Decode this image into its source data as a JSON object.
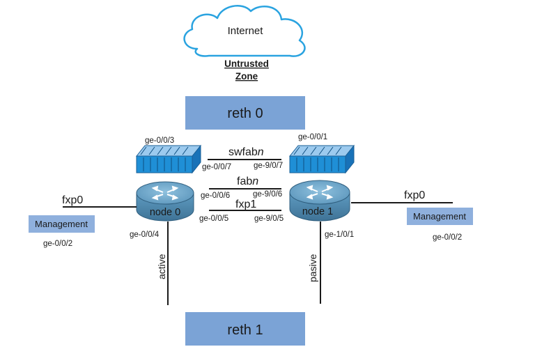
{
  "internet": {
    "label": "Internet"
  },
  "zone": {
    "line1": "Untrusted",
    "line2": "Zone"
  },
  "reth0": {
    "label": "reth 0"
  },
  "reth1": {
    "label": "reth 1"
  },
  "switches": {
    "left_port": "ge-0/0/3",
    "right_port": "ge-0/0/1"
  },
  "links": {
    "swfab": {
      "label": "swfab",
      "suffix": "n",
      "left_port": "ge-0/0/7",
      "right_port": "ge-9/0/7"
    },
    "fab": {
      "label": "fab",
      "suffix": "n",
      "left_port": "ge-0/0/6",
      "right_port": "ge-9/0/6"
    },
    "fxp1": {
      "label": "fxp1",
      "left_port": "ge-0/0/5",
      "right_port": "ge-9/0/5"
    }
  },
  "node0": {
    "label": "node 0",
    "down_port": "ge-0/0/4",
    "down_label": "active"
  },
  "node1": {
    "label": "node 1",
    "down_port": "ge-1/0/1",
    "down_label": "pasive"
  },
  "mgmt_left": {
    "fxp": "fxp0",
    "label": "Management",
    "port": "ge-0/0/2"
  },
  "mgmt_right": {
    "fxp": "fxp0",
    "label": "Management",
    "port": "ge-0/0/2"
  },
  "colors": {
    "reth_fill": "#7ba3d6",
    "mgmt_fill": "#8fb0dd",
    "cloud_stroke": "#2aa3e0",
    "switch_front": "#1f8fd6",
    "router_body": "#5a93b8"
  }
}
